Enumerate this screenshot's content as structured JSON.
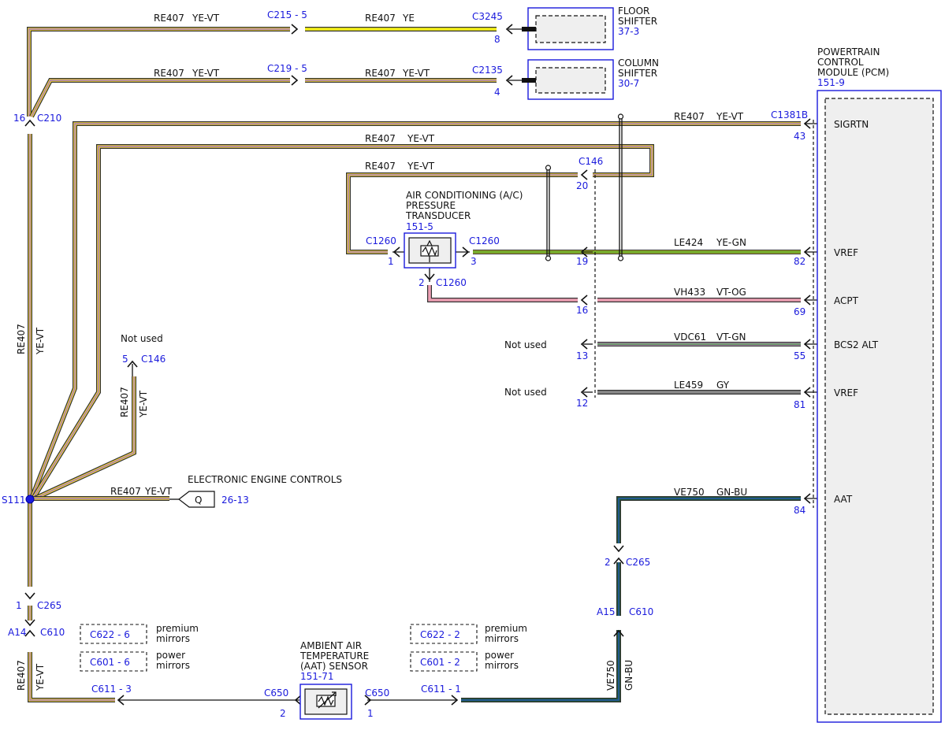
{
  "colors": {
    "ye_vt": "#f1d53a",
    "ye": "#f6f21a",
    "ye_gn": "#c9d92a",
    "vt_og": "#eea0b4",
    "vt_gn": "#c8a2c8",
    "gy": "#8a8a8a",
    "gn_bu": "#1b5e36",
    "stripe_vt": "#9b6ad2",
    "stripe_gn": "#2e8b2e",
    "stripe_bu": "#2a55c8",
    "connector_blue": "#1a1adc",
    "splice_blue": "#1a1adc"
  },
  "wires": {
    "re407": "RE407",
    "ye_vt": "YE-VT",
    "ye": "YE",
    "le424": "LE424",
    "ye_gn": "YE-GN",
    "vh433": "VH433",
    "vt_og": "VT-OG",
    "vdc61": "VDC61",
    "vt_gn": "VT-GN",
    "le459": "LE459",
    "gy": "GY",
    "ve750": "VE750",
    "gn_bu": "GN-BU"
  },
  "components": {
    "floor_shifter": {
      "line1": "FLOOR",
      "line2": "SHIFTER",
      "ref": "37-3"
    },
    "column_shifter": {
      "line1": "COLUMN",
      "line2": "SHIFTER",
      "ref": "30-7"
    },
    "pcm": {
      "line1": "POWERTRAIN",
      "line2": "CONTROL",
      "line3": "MODULE (PCM)",
      "ref": "151-9"
    },
    "ac_transducer": {
      "line1": "AIR CONDITIONING (A/C)",
      "line2": "PRESSURE",
      "line3": "TRANSDUCER",
      "ref": "151-5"
    },
    "aat_sensor": {
      "line1": "AMBIENT AIR",
      "line2": "TEMPERATURE",
      "line3": "(AAT) SENSOR",
      "ref": "151-71"
    },
    "eec": {
      "label": "ELECTRONIC ENGINE CONTROLS",
      "letter": "Q",
      "ref": "26-13"
    }
  },
  "pcm_pins": {
    "sigrtn": "SIGRTN",
    "vref_1": "VREF",
    "acpt": "ACPT",
    "bcs2": "BCS2 ALT",
    "vref_2": "VREF",
    "aat": "AAT"
  },
  "connectors": {
    "c215": "C215 - 5",
    "c3245": "C3245",
    "c219": "C219 - 5",
    "c2135": "C2135",
    "c210": "C210",
    "c1381b": "C1381B",
    "c146": "C146",
    "c1260": "C1260",
    "s111": "S111",
    "c265": "C265",
    "c610": "C610",
    "c622_6": "C622 - 6",
    "c601_6": "C601 - 6",
    "c622_2": "C622 - 2",
    "c601_2": "C601 - 2",
    "c611_3": "C611 - 3",
    "c611_1": "C611 - 1",
    "c650": "C650"
  },
  "pins": {
    "p8": "8",
    "p4": "4",
    "p16": "16",
    "p43": "43",
    "p20": "20",
    "p1": "1",
    "p3": "3",
    "p19": "19",
    "p82": "82",
    "p2": "2",
    "p69": "69",
    "p13": "13",
    "p55": "55",
    "p12": "12",
    "p81": "81",
    "p84": "84",
    "p5": "5",
    "pa14": "A14",
    "pa15": "A15"
  },
  "notes": {
    "not_used": "Not used",
    "premium_1": "premium",
    "premium_2": "mirrors",
    "power_1": "power",
    "power_2": "mirrors"
  }
}
